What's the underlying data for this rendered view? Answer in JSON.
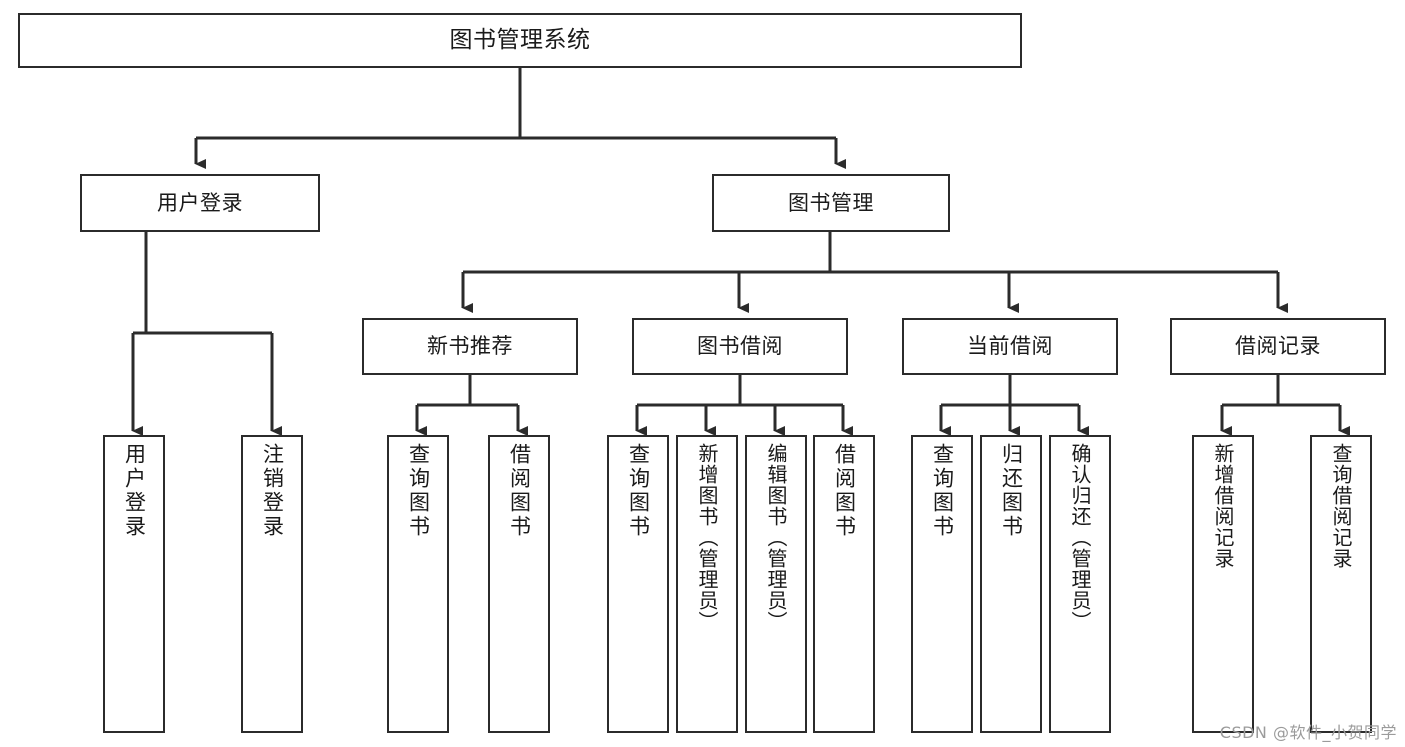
{
  "diagram": {
    "title": "图书管理系统",
    "type": "tree-hierarchy-chart",
    "root": {
      "label": "图书管理系统"
    },
    "level2": [
      {
        "label": "用户登录"
      },
      {
        "label": "图书管理"
      }
    ],
    "level3": [
      {
        "label": "新书推荐"
      },
      {
        "label": "图书借阅"
      },
      {
        "label": "当前借阅"
      },
      {
        "label": "借阅记录"
      }
    ],
    "leaves": {
      "user_login": [
        {
          "label": "用户登录"
        },
        {
          "label": "注销登录"
        }
      ],
      "new_book_recommend": [
        {
          "label": "查询图书"
        },
        {
          "label": "借阅图书"
        }
      ],
      "book_borrow": [
        {
          "label": "查询图书"
        },
        {
          "label": "新增图书（管理员）"
        },
        {
          "label": "编辑图书（管理员）"
        },
        {
          "label": "借阅图书"
        }
      ],
      "current_borrow": [
        {
          "label": "查询图书"
        },
        {
          "label": "归还图书"
        },
        {
          "label": "确认归还（管理员）"
        }
      ],
      "borrow_record": [
        {
          "label": "新增借阅记录"
        },
        {
          "label": "查询借阅记录"
        }
      ]
    }
  },
  "watermark": {
    "text": "CSDN @软件_小贺同学"
  },
  "colors": {
    "stroke": "#2b2b2b",
    "background": "#ffffff",
    "text": "#1a1a1a",
    "watermark": "#9b9b9b"
  }
}
